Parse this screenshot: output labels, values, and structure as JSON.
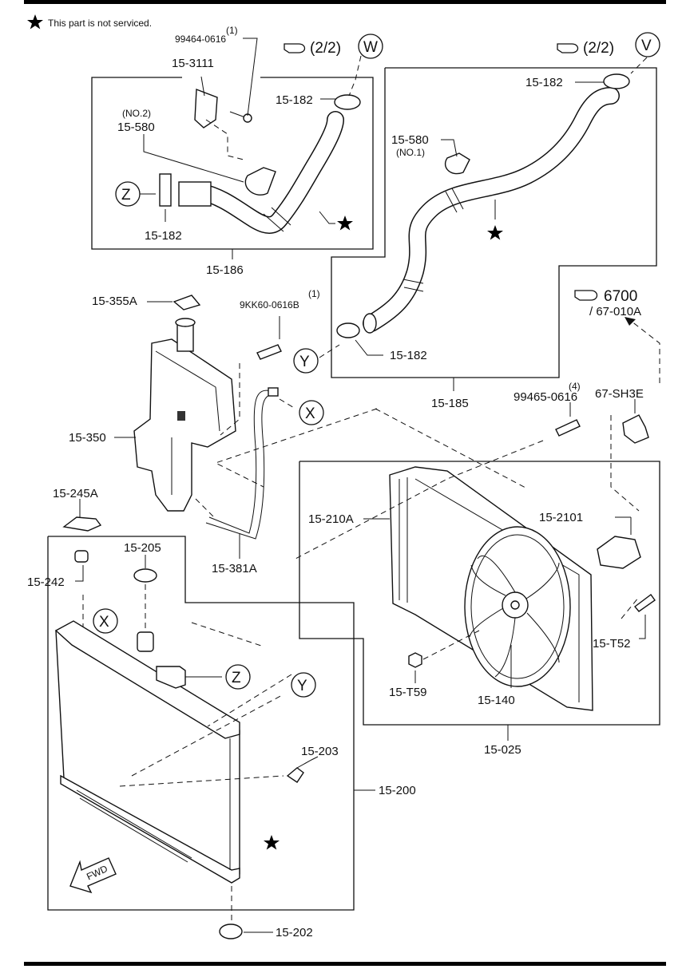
{
  "note": "This part is not serviced.",
  "refs": {
    "w_ref": "(2/2)",
    "w_letter": "W",
    "v_ref": "(2/2)",
    "v_letter": "V",
    "group_ref": "6700",
    "group_sub": "/ 67-010A"
  },
  "callouts": {
    "x1": "X",
    "x2": "X",
    "y1": "Y",
    "y2": "Y",
    "z1": "Z",
    "z2": "Z"
  },
  "labels": {
    "p99464_qty": "(1)",
    "p99464": "99464-0616",
    "p15_3111": "15-3111",
    "p15_580a_sub": "(NO.2)",
    "p15_580a": "15-580",
    "p15_182_w": "15-182",
    "p15_182_z": "15-182",
    "p15_186": "15-186",
    "p15_182_v": "15-182",
    "p15_580b": "15-580",
    "p15_580b_sub": "(NO.1)",
    "p15_182_y": "15-182",
    "p15_185": "15-185",
    "p15_355a": "15-355A",
    "p9kk60_qty": "(1)",
    "p9kk60": "9KK60-0616B",
    "p15_350": "15-350",
    "p15_245a": "15-245A",
    "p15_242": "15-242",
    "p15_381a": "15-381A",
    "p99465_qty": "(4)",
    "p99465": "99465-0616",
    "p67_sh3e": "67-SH3E",
    "p15_210a": "15-210A",
    "p15_2101": "15-2101",
    "p15_t52": "15-T52",
    "p15_t59": "15-T59",
    "p15_140": "15-140",
    "p15_025": "15-025",
    "p15_205": "15-205",
    "p15_203": "15-203",
    "p15_200": "15-200",
    "p15_202": "15-202",
    "fwd": "FWD"
  }
}
